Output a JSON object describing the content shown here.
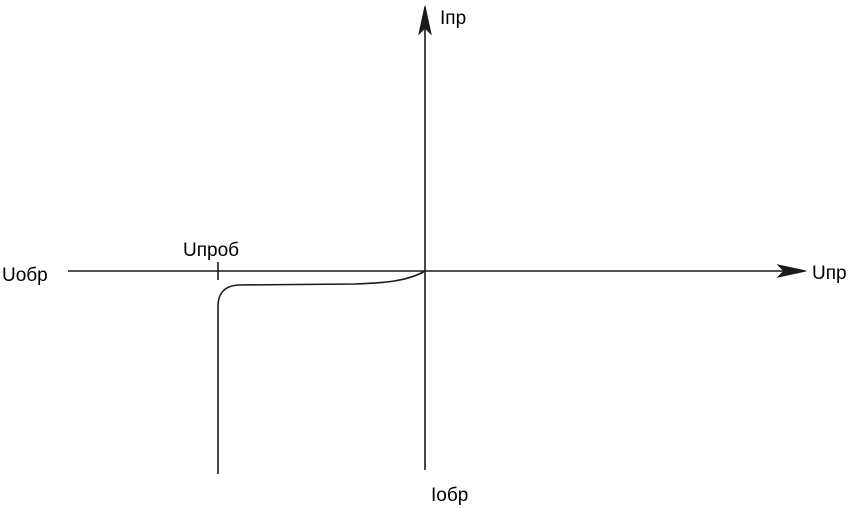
{
  "diagram": {
    "axis_labels": {
      "forward_current": "Iпр",
      "reverse_current": "Iобр",
      "forward_voltage": "Uпр",
      "reverse_voltage": "Uобр"
    },
    "breakdown_label": "Uпроб"
  },
  "colors": {
    "line": "#1a1a1a",
    "background": "#ffffff"
  }
}
